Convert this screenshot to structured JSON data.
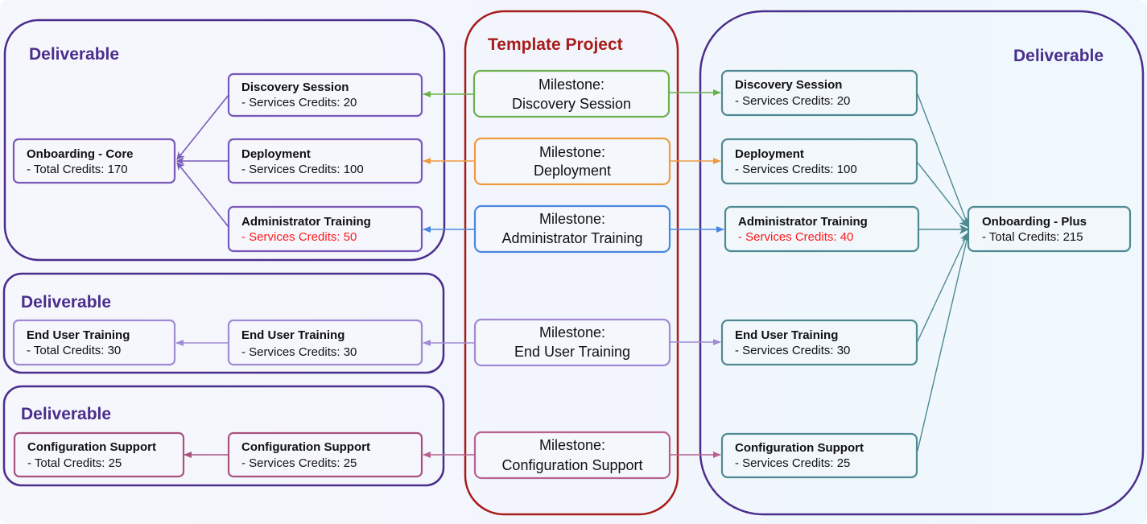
{
  "colors": {
    "deliverable_border": "#4b2e8c",
    "deliverable_title": "#4b2e8c",
    "template_border": "#a81c1c",
    "template_title": "#a81c1c",
    "left_node_purple": "#7858b8",
    "left_node_lavender": "#a08ad4",
    "left_node_pink": "#a8527e",
    "right_node_teal": "#4e8a92",
    "highlight_red": "#ff1a1a",
    "milestone_green": "#6ab04c",
    "milestone_orange": "#ee9a3e",
    "milestone_blue": "#4a88e0",
    "milestone_lavender": "#a08ad4",
    "milestone_pink": "#b8628e"
  },
  "template_project": {
    "title": "Template Project",
    "milestones": [
      {
        "line1": "Milestone:",
        "line2": "Discovery Session",
        "color": "#6ab04c"
      },
      {
        "line1": "Milestone:",
        "line2": "Deployment",
        "color": "#ee9a3e"
      },
      {
        "line1": "Milestone:",
        "line2": "Administrator Training",
        "color": "#4a88e0"
      },
      {
        "line1": "Milestone:",
        "line2": "End User Training",
        "color": "#a08ad4"
      },
      {
        "line1": "Milestone:",
        "line2": "Configuration Support",
        "color": "#b8628e"
      }
    ]
  },
  "left_deliverables": [
    {
      "title": "Deliverable",
      "total": {
        "name": "Onboarding - Core",
        "detail": "- Total Credits: 170"
      },
      "items": [
        {
          "name": "Discovery Session",
          "detail": "- Services Credits: 20",
          "highlight": false
        },
        {
          "name": "Deployment",
          "detail": "- Services Credits: 100",
          "highlight": false
        },
        {
          "name": "Administrator Training",
          "detail": "- Services Credits: 50",
          "highlight": true
        }
      ]
    },
    {
      "title": "Deliverable",
      "total": {
        "name": "End User Training",
        "detail": "- Total Credits: 30"
      },
      "items": [
        {
          "name": "End User Training",
          "detail": "- Services Credits: 30",
          "highlight": false
        }
      ]
    },
    {
      "title": "Deliverable",
      "total": {
        "name": "Configuration Support",
        "detail": "- Total Credits: 25"
      },
      "items": [
        {
          "name": "Configuration Support",
          "detail": "- Services Credits: 25",
          "highlight": false
        }
      ]
    }
  ],
  "right_deliverable": {
    "title": "Deliverable",
    "total": {
      "name": "Onboarding - Plus",
      "detail": "- Total Credits: 215"
    },
    "items": [
      {
        "name": "Discovery Session",
        "detail": "- Services Credits: 20",
        "highlight": false
      },
      {
        "name": "Deployment",
        "detail": "- Services Credits: 100",
        "highlight": false
      },
      {
        "name": "Administrator Training",
        "detail": "- Services Credits: 40",
        "highlight": true
      },
      {
        "name": "End User Training",
        "detail": "- Services Credits: 30",
        "highlight": false
      },
      {
        "name": "Configuration Support",
        "detail": "- Services Credits: 25",
        "highlight": false
      }
    ]
  }
}
